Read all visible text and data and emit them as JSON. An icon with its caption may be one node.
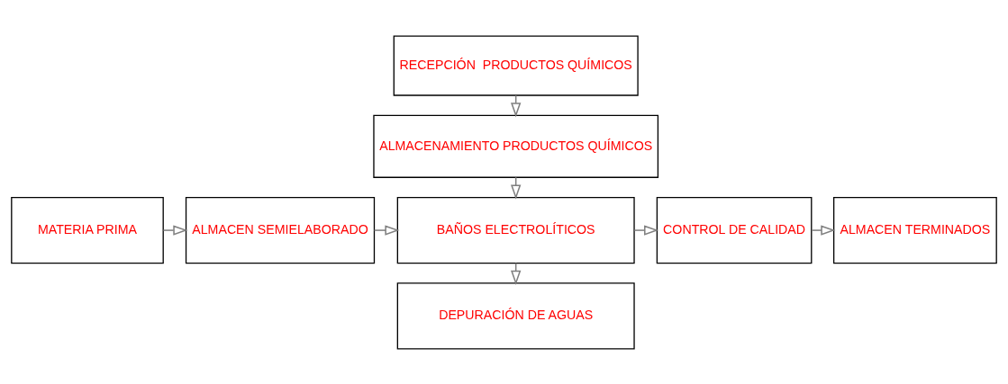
{
  "diagram": {
    "nodes": [
      {
        "text": [
          "RECEPCIÓN  PRODUCTOS QUÍMICOS"
        ]
      },
      {
        "text": [
          "ALMACENAMIENTO PRODUCTOS QUÍMICOS"
        ]
      },
      {
        "text": [
          "MATERIA PRIMA"
        ]
      },
      {
        "text": [
          "ALMACEN SEMIELABORADO"
        ]
      },
      {
        "text": [
          "BAÑOS ELECTROLÍTICOS"
        ]
      },
      {
        "text": [
          "CONTROL DE CALIDAD"
        ]
      },
      {
        "text": [
          "ALMACEN TERMINADOS"
        ]
      },
      {
        "text": [
          "DEPURACIÓN DE AGUAS"
        ]
      }
    ],
    "edges": [
      {
        "from": 0,
        "to": 1,
        "arrow": "to"
      },
      {
        "from": 1,
        "to": 4,
        "arrow": "to"
      },
      {
        "from": 2,
        "to": 3,
        "arrow": "to"
      },
      {
        "from": 3,
        "to": 4,
        "arrow": "to"
      },
      {
        "from": 4,
        "to": 5,
        "arrow": "to"
      },
      {
        "from": 5,
        "to": 6,
        "arrow": "to"
      },
      {
        "from": 4,
        "to": 7,
        "arrow": "to"
      }
    ]
  }
}
